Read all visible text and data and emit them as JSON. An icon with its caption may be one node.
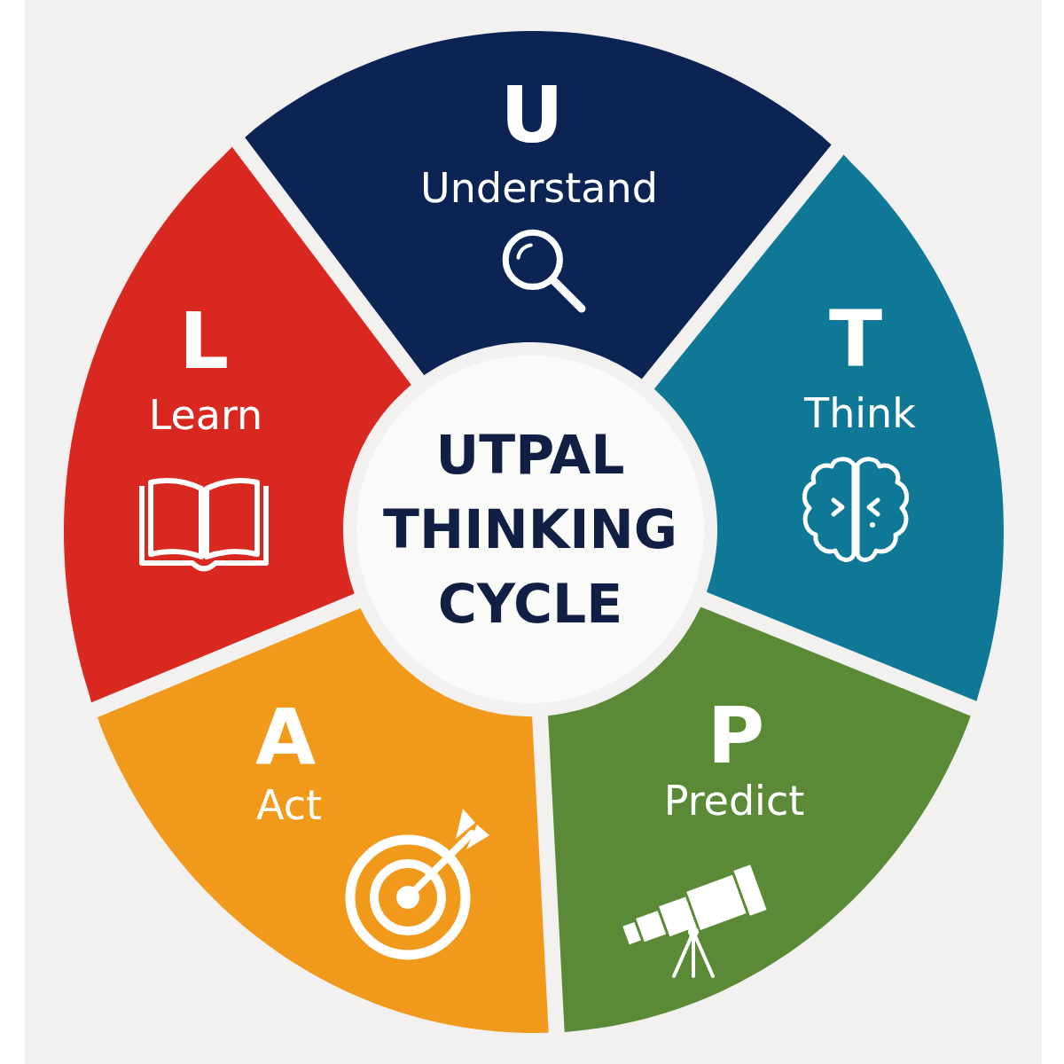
{
  "diagram": {
    "nodes": [
      {
        "text": [
          "U",
          "Understand"
        ]
      },
      {
        "text": [
          "T",
          "Think"
        ]
      },
      {
        "text": [
          "P",
          "Predict"
        ]
      },
      {
        "text": [
          "A",
          "Act"
        ]
      },
      {
        "text": [
          "L",
          "Learn"
        ]
      },
      {
        "text": [
          "UTPAL THINKING CYCLE"
        ]
      }
    ]
  }
}
